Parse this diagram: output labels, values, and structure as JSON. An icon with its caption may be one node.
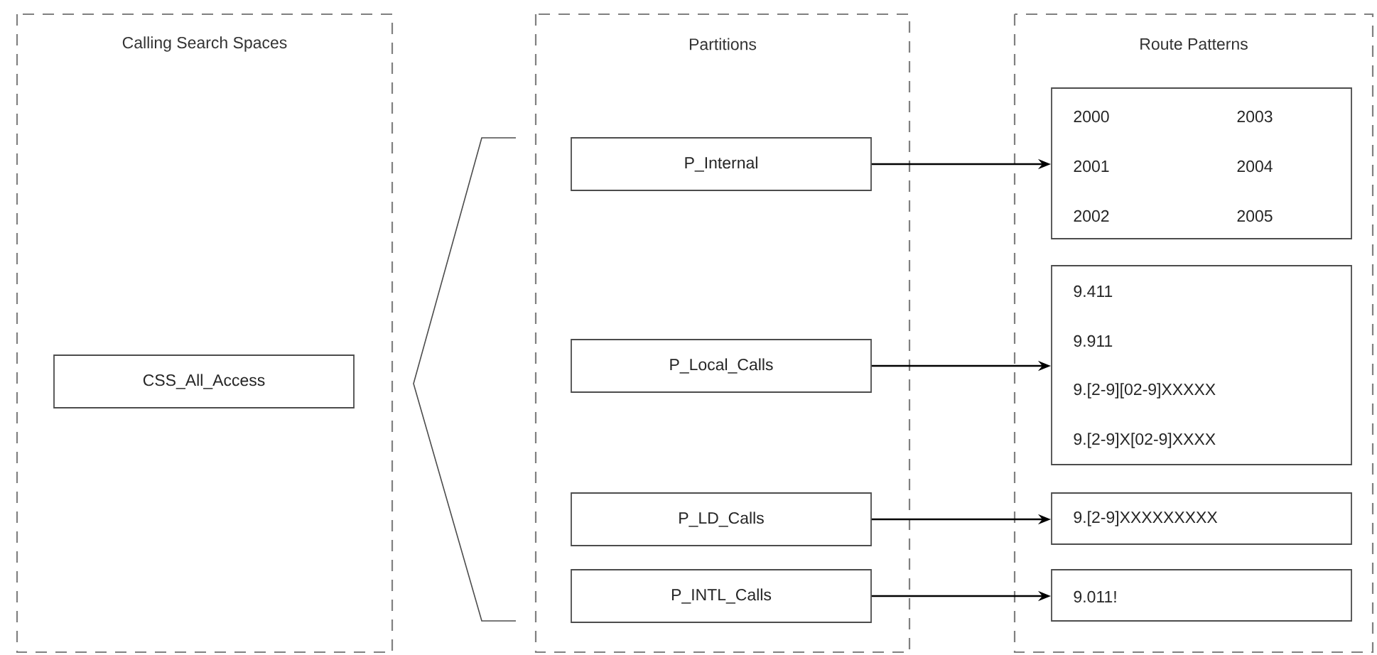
{
  "diagram": {
    "nodes": [
      {
        "text": [
          "Calling Search Spaces"
        ]
      },
      {
        "text": [
          "CSS_All_Access"
        ],
        "in": 0
      },
      {
        "text": [
          "Partitions"
        ]
      },
      {
        "text": [
          "P_Internal"
        ],
        "in": 2
      },
      {
        "text": [
          "P_Local_Calls"
        ],
        "in": 2
      },
      {
        "text": [
          "P_LD_Calls"
        ],
        "in": 2
      },
      {
        "text": [
          "P_INTL_Calls"
        ],
        "in": 2
      },
      {
        "text": [
          "Route Patterns"
        ]
      },
      {
        "text": [
          "2000",
          "2003",
          "2001",
          "2004",
          "2002",
          "2005"
        ],
        "in": 7
      },
      {
        "text": [
          "9.411",
          "9.911",
          "9.[2-9][02-9]XXXXX",
          "9.[2-9]X[02-9]XXXX"
        ],
        "in": 7
      },
      {
        "text": [
          "9.[2-9]XXXXXXXXX"
        ],
        "in": 7
      },
      {
        "text": [
          "9.011!"
        ],
        "in": 7
      }
    ],
    "edges": [
      {
        "from": 3,
        "to": 8,
        "arrow": "to"
      },
      {
        "from": 4,
        "to": 9,
        "arrow": "to"
      },
      {
        "from": 5,
        "to": 10,
        "arrow": "to"
      },
      {
        "from": 6,
        "to": 11,
        "arrow": "to"
      }
    ]
  }
}
